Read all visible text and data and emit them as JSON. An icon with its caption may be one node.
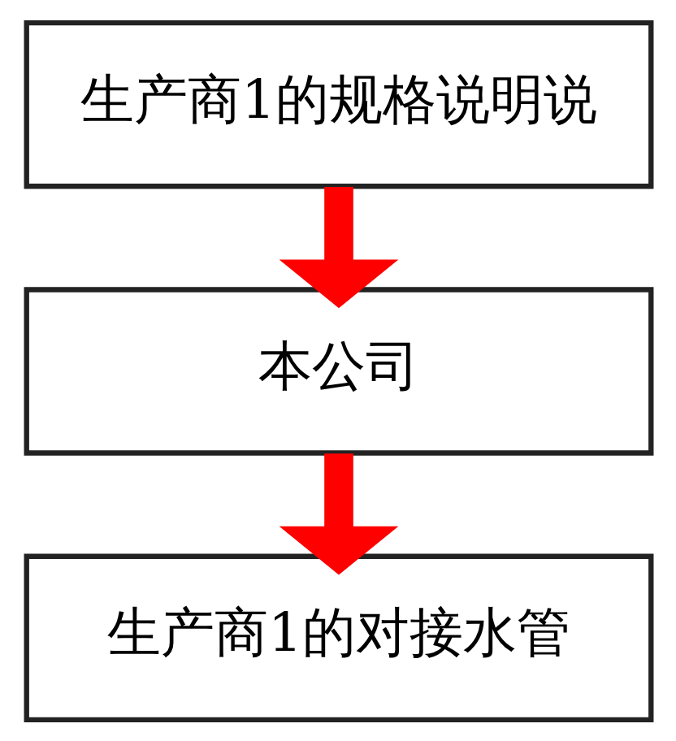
{
  "diagram": {
    "nodes": [
      {
        "text": [
          "生产商1的规格说明说"
        ]
      },
      {
        "text": [
          "本公司"
        ]
      },
      {
        "text": [
          "生产商1的对接水管"
        ]
      }
    ],
    "edges": [
      {
        "from": 0,
        "to": 1,
        "arrow": "to",
        "color": "#ff0000"
      },
      {
        "from": 1,
        "to": 2,
        "arrow": "to",
        "color": "#ff0000"
      }
    ]
  }
}
